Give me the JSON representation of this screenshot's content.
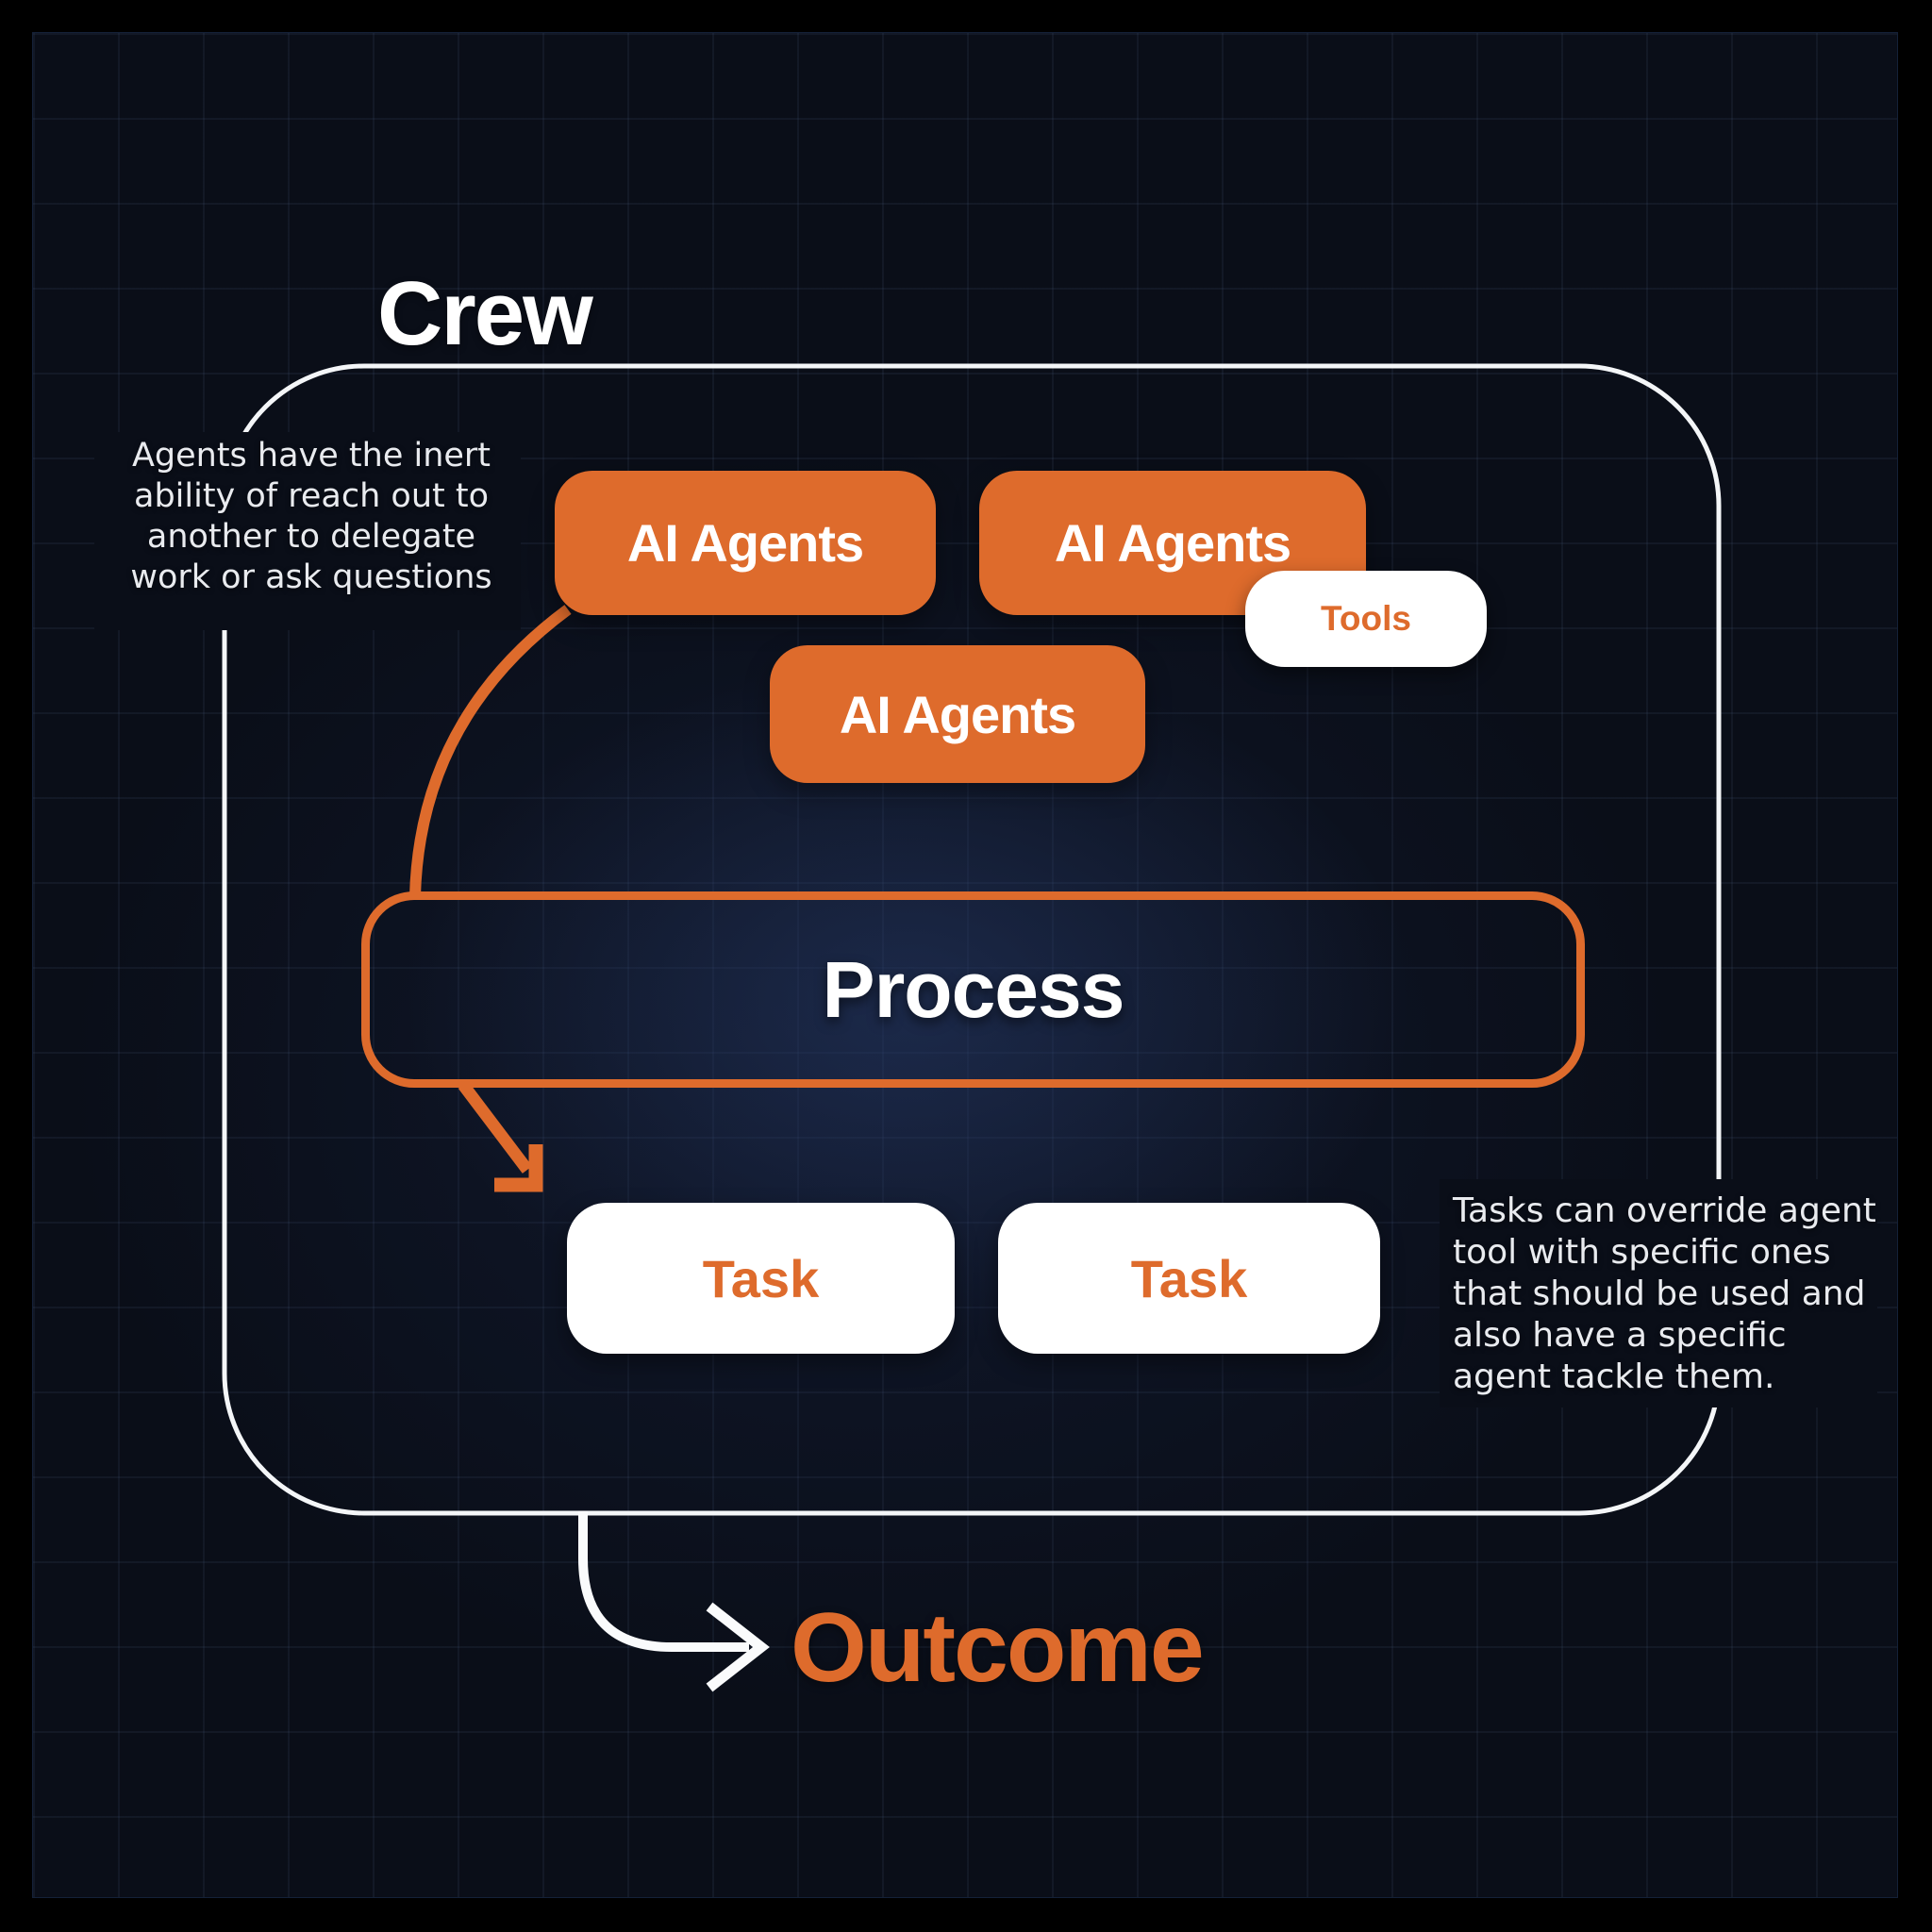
{
  "colors": {
    "accent_orange": "#DE6B2C",
    "panel_background": "#0A0E18",
    "frame_black": "#000000",
    "crew_border_white": "#F4F6F8",
    "text_white": "#FFFFFF",
    "annotation_grey": "#E9EBEF"
  },
  "crew": {
    "label": "Crew"
  },
  "annotations": {
    "left": "Agents have the inert\nability of reach out to\nanother to delegate\nwork or ask questions",
    "right": "Tasks can override agent\ntool with specific ones\nthat should be used and\nalso have a specific\nagent tackle them."
  },
  "agents": [
    {
      "label": "AI Agents"
    },
    {
      "label": "AI Agents"
    },
    {
      "label": "AI Agents"
    }
  ],
  "tools": {
    "label": "Tools"
  },
  "process": {
    "label": "Process"
  },
  "tasks": [
    {
      "label": "Task"
    },
    {
      "label": "Task"
    }
  ],
  "outcome": {
    "label": "Outcome"
  }
}
